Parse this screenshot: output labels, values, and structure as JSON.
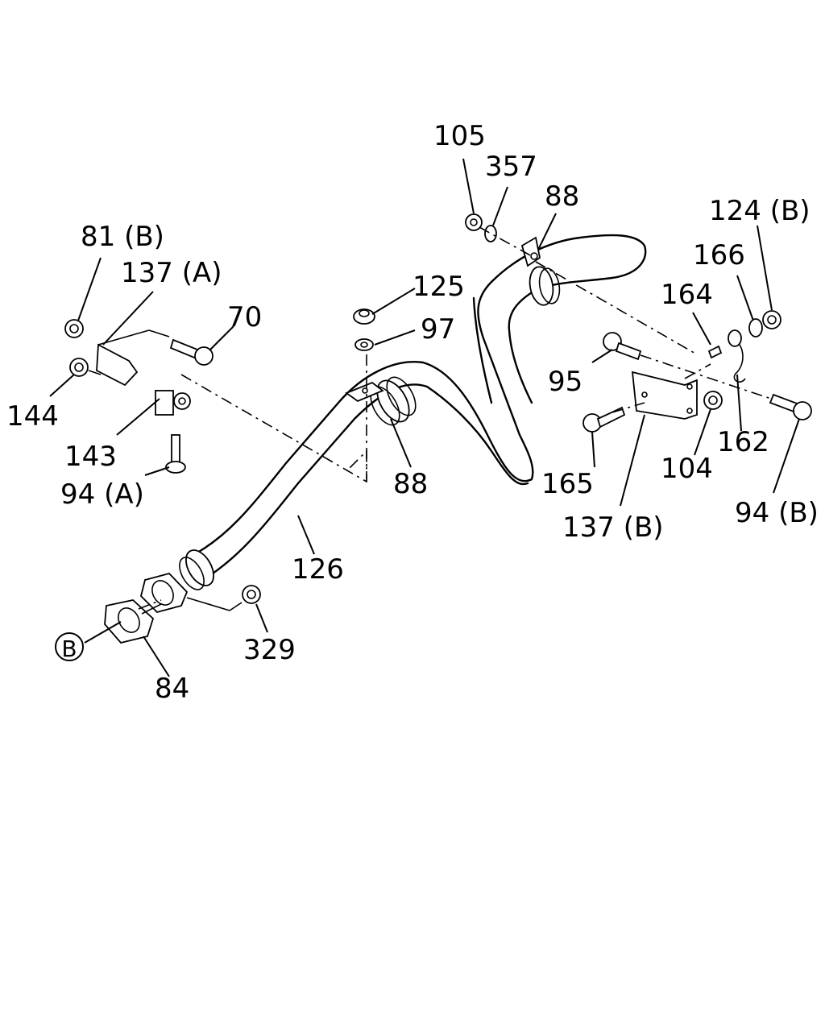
{
  "callouts": {
    "p105": "105",
    "p357": "357",
    "p88_top": "88",
    "p124b": "124 (B)",
    "p81b": "81 (B)",
    "p137a": "137 (A)",
    "p70": "70",
    "p125": "125",
    "p166": "166",
    "p164": "164",
    "p97": "97",
    "p95": "95",
    "p144": "144",
    "p143": "143",
    "p88_mid": "88",
    "p165": "165",
    "p162": "162",
    "p104": "104",
    "p94a": "94 (A)",
    "p94b": "94 (B)",
    "p137b": "137 (B)",
    "p126": "126",
    "p329": "329",
    "pB": "B",
    "p84": "84"
  }
}
